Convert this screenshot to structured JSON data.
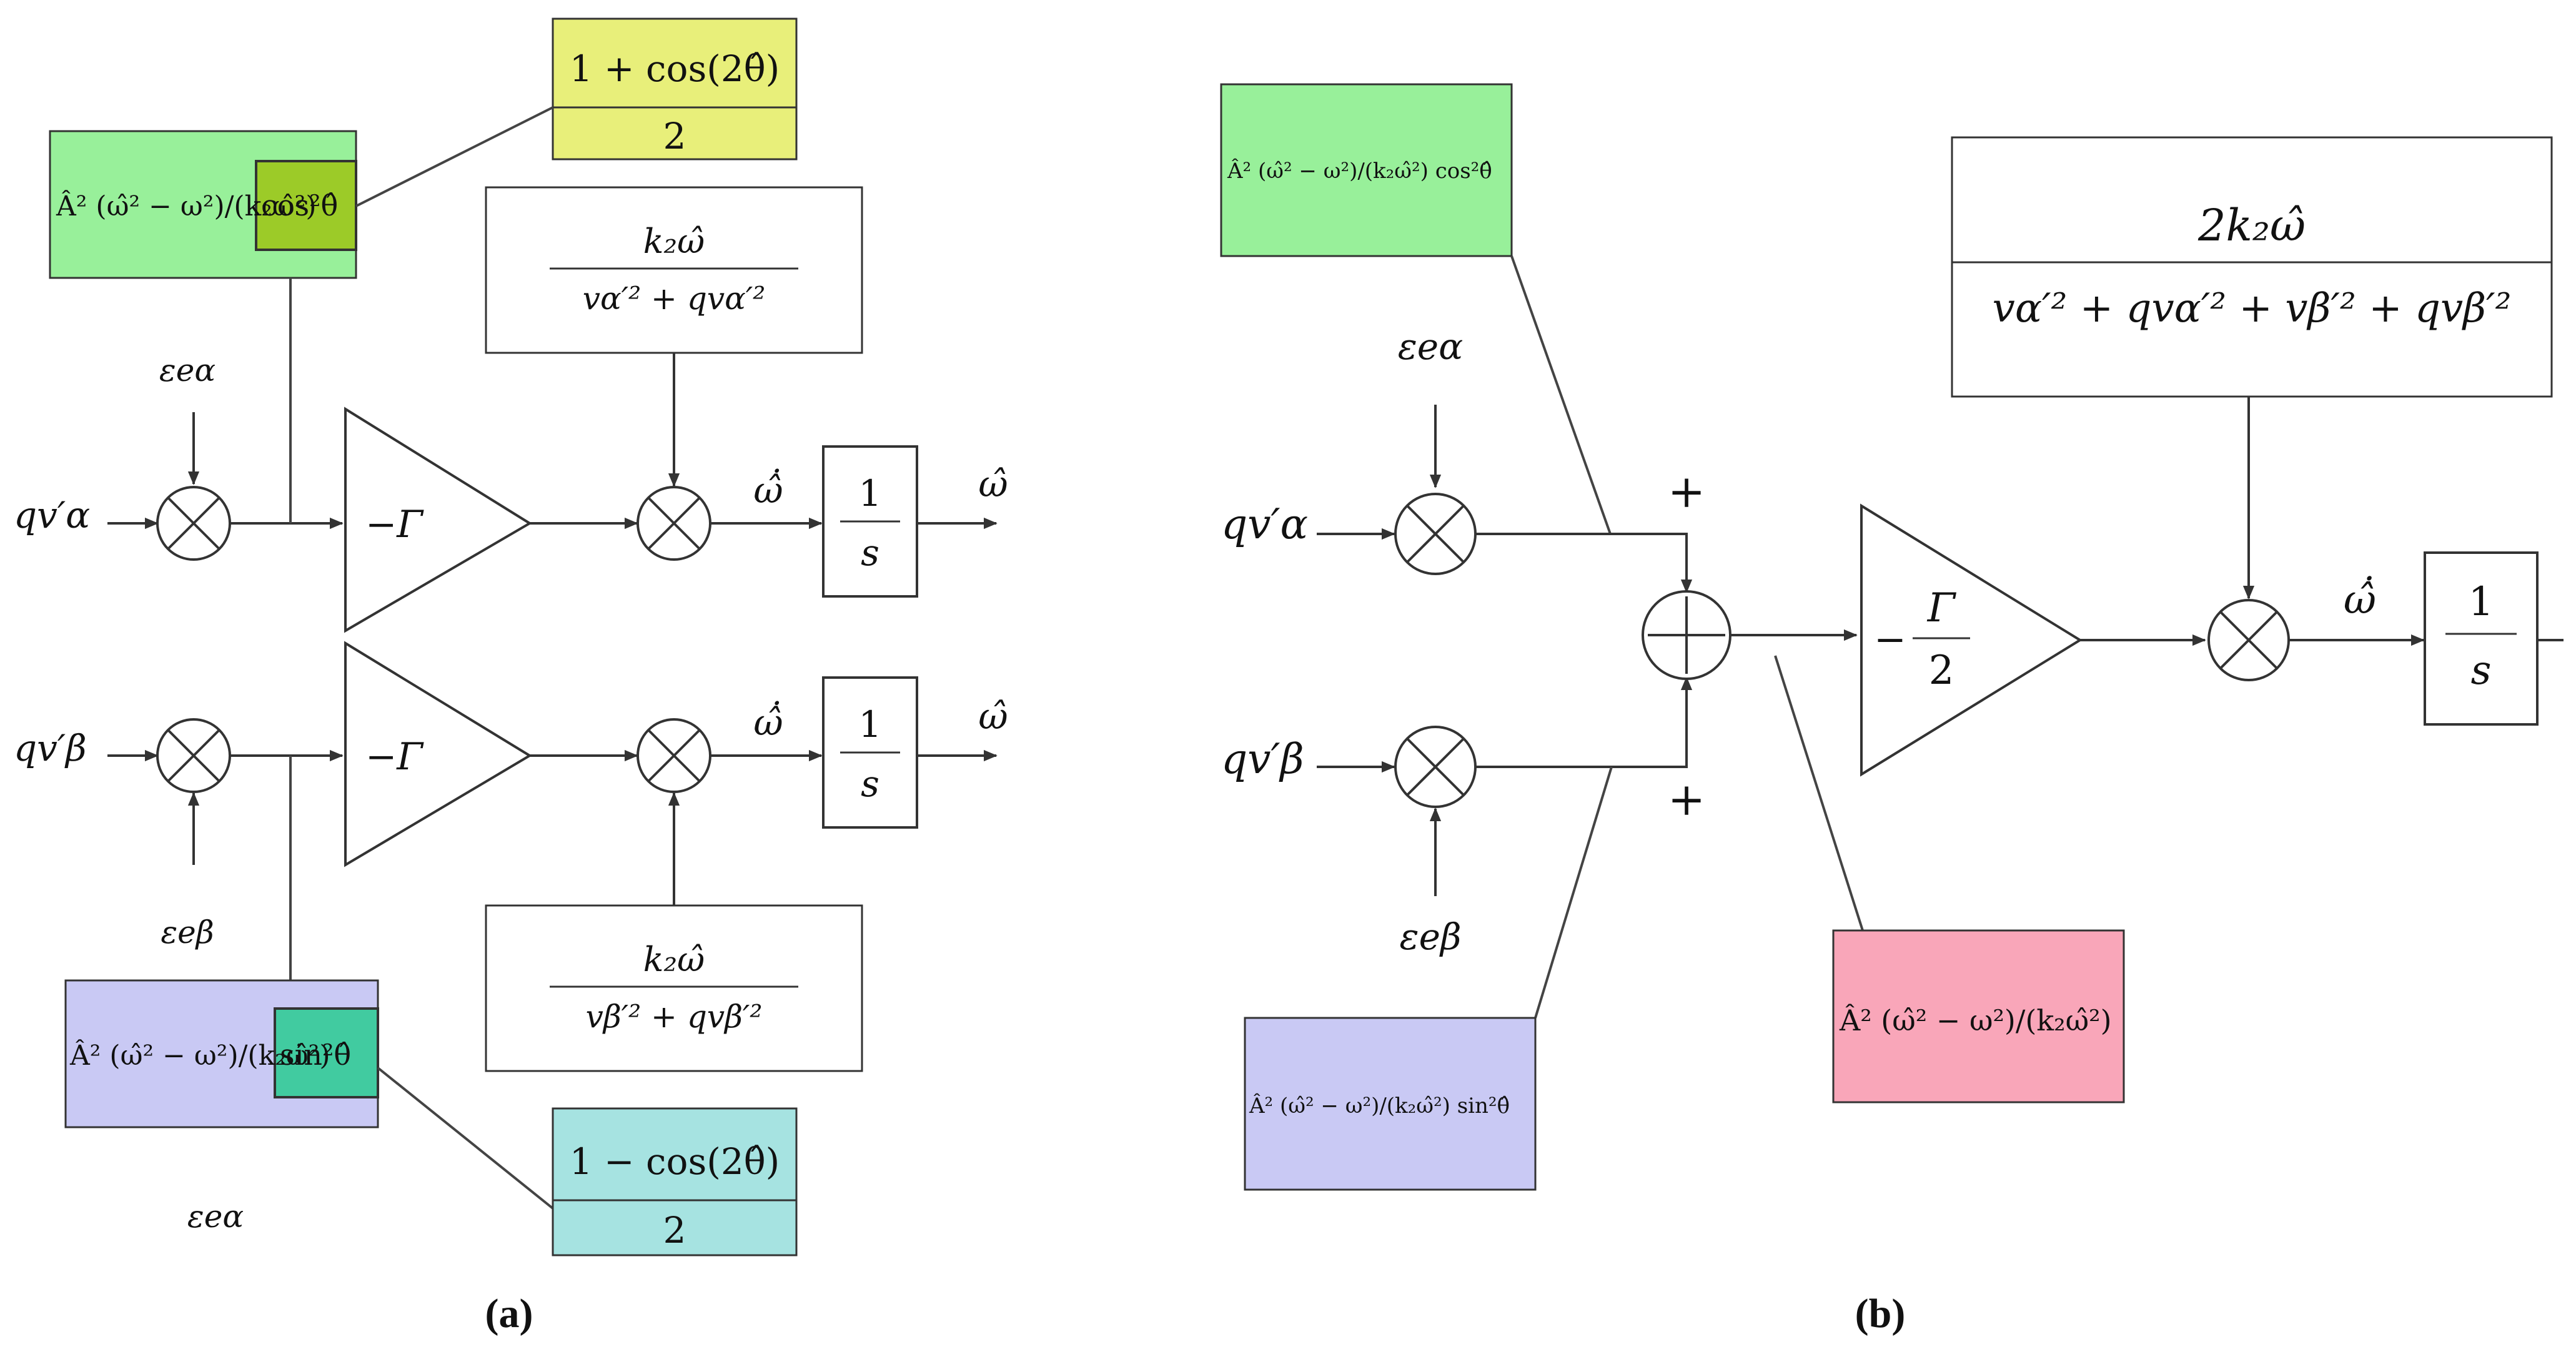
{
  "panels": {
    "a": {
      "label": "(a)"
    },
    "b": {
      "label": "(b)"
    }
  },
  "colors": {
    "green": "#98F09A",
    "green_dark": "#9CCB28",
    "yellow": "#E8EF7A",
    "purple": "#C9C9F4",
    "teal": "#41CBA0",
    "cyan": "#A6E3E1",
    "pink": "#F9A6B9",
    "stroke": "#333333"
  },
  "a": {
    "inputs": {
      "alpha": "qv′α",
      "beta": "qv′β"
    },
    "errors": {
      "alpha": "εeα",
      "beta": "εeβ",
      "bottom": "εeα"
    },
    "gain": "−Γ",
    "green_box": {
      "expr": "Â² (ω̂² − ω²)/(k₂ω̂²)",
      "highlight": "cos²θ̂"
    },
    "yellow_box": {
      "num": "1 + cos(2θ̂)",
      "den": "2"
    },
    "purple_box": {
      "expr": "Â² (ω̂² − ω²)/(k₂ω̂²)",
      "highlight": "sin²θ̂"
    },
    "cyan_box": {
      "num": "1 − cos(2θ̂)",
      "den": "2"
    },
    "adapt_alpha": {
      "num": "k₂ω̂",
      "den": "vα′² + qvα′²"
    },
    "adapt_beta": {
      "num": "k₂ω̂",
      "den": "vβ′² + qvβ′²"
    },
    "omega_dot": "ω̂̇",
    "integrator": {
      "num": "1",
      "den": "s"
    },
    "output": "ω̂"
  },
  "b": {
    "inputs": {
      "alpha": "qv′α",
      "beta": "qv′β"
    },
    "errors": {
      "alpha": "εeα",
      "beta": "εeβ"
    },
    "plus_top": "+",
    "plus_bottom": "+",
    "gain": {
      "num": "Γ",
      "den": "2",
      "sign": "−"
    },
    "green_box": "Â² (ω̂² − ω²)/(k₂ω̂²) cos²θ̂",
    "purple_box": "Â² (ω̂² − ω²)/(k₂ω̂²) sin²θ̂",
    "pink_box": "Â² (ω̂² − ω²)/(k₂ω̂²)",
    "adapt": {
      "num": "2k₂ω̂",
      "den": "vα′² + qvα′² + vβ′² + qvβ′²"
    },
    "omega_dot": "ω̂̇",
    "integrator": {
      "num": "1",
      "den": "s"
    }
  }
}
